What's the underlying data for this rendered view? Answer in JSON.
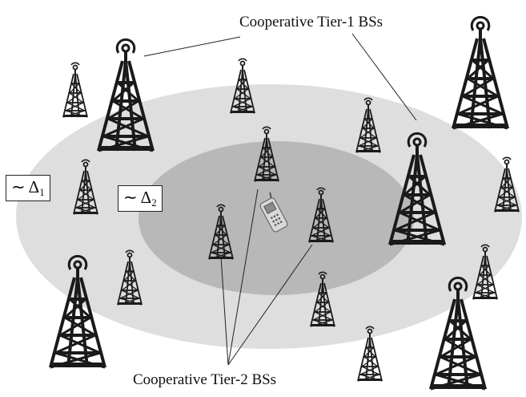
{
  "labels": {
    "tier1": "Cooperative Tier-1 BSs",
    "tier2": "Cooperative Tier-2 BSs",
    "delta1_prefix": "∼ Δ",
    "delta1_sub": "1",
    "delta2_prefix": "∼ Δ",
    "delta2_sub": "2"
  },
  "colors": {
    "outer_region": "#dedede",
    "inner_region": "#b8b8b8",
    "tower": "#1a1a1a",
    "phone": "#cfcfcf"
  },
  "icons": {
    "tier1_tower": "large-tower-icon",
    "tier2_tower": "small-tower-icon",
    "user": "mobile-phone-icon"
  }
}
